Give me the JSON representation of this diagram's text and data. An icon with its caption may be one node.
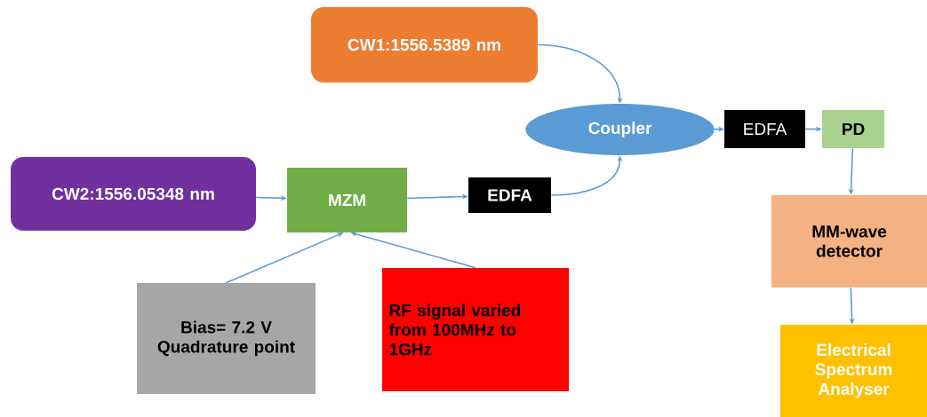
{
  "diagram": {
    "nodes": [
      {
        "text": [
          "CW1:1556.5389 nm"
        ]
      },
      {
        "text": [
          "Coupler"
        ]
      },
      {
        "text": [
          "EDFA"
        ]
      },
      {
        "text": [
          "PD"
        ]
      },
      {
        "text": [
          "CW2:1556.05348 nm"
        ]
      },
      {
        "text": [
          "MZM"
        ]
      },
      {
        "text": [
          "EDFA"
        ]
      },
      {
        "text": [
          "MM-wave detector"
        ]
      },
      {
        "text": [
          "Bias= 7.2 V Quadrature point"
        ]
      },
      {
        "text": [
          "RF signal varied from 100MHz to 1GHz"
        ]
      },
      {
        "text": [
          "Electrical Spectrum Analyser"
        ]
      }
    ],
    "edges": [
      {
        "from": 0,
        "to": 1,
        "arrow": "to"
      },
      {
        "from": 6,
        "to": 1,
        "arrow": "to"
      },
      {
        "from": 1,
        "to": 2,
        "arrow": "to"
      },
      {
        "from": 2,
        "to": 3,
        "arrow": "to"
      },
      {
        "from": 3,
        "to": 7,
        "arrow": "to"
      },
      {
        "from": 7,
        "to": 10,
        "arrow": "to"
      },
      {
        "from": 4,
        "to": 5,
        "arrow": "to"
      },
      {
        "from": 5,
        "to": 6,
        "arrow": "to"
      },
      {
        "from": 8,
        "to": 5,
        "arrow": "to"
      },
      {
        "from": 9,
        "to": 5,
        "arrow": "to"
      }
    ]
  }
}
